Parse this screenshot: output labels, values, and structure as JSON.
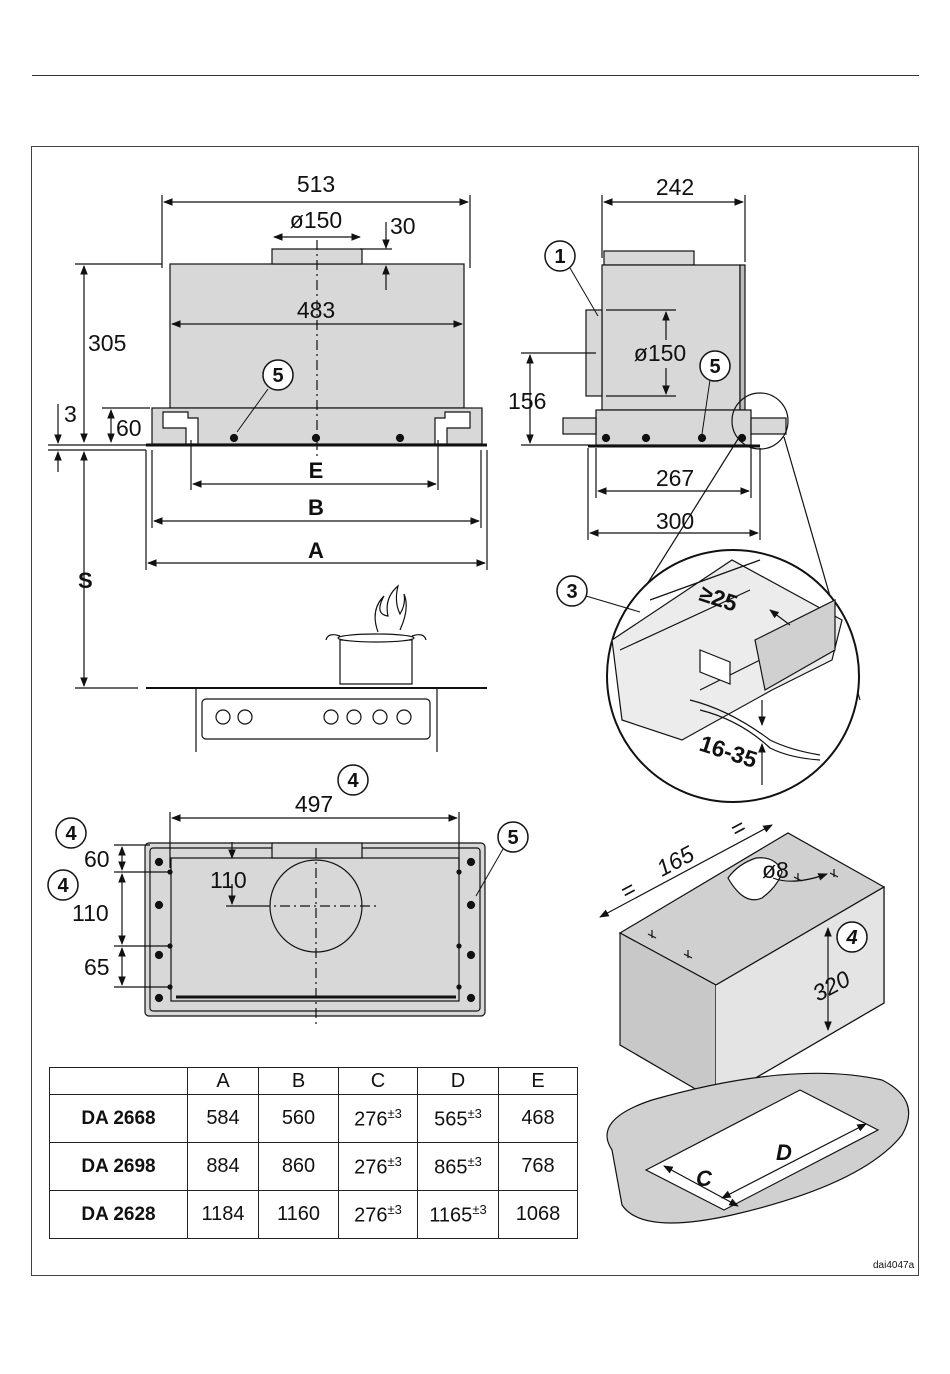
{
  "figure": {
    "front_view": {
      "width": "513",
      "duct": "ø150",
      "duct_offset": "30",
      "inner_width": "483",
      "height": "305",
      "flange": "60",
      "gap": "3",
      "E": "E",
      "B": "B",
      "A": "A",
      "S": "S"
    },
    "side_view": {
      "width": "242",
      "duct": "ø150",
      "height": "156",
      "base": "267",
      "outer": "300"
    },
    "detail": {
      "min_gap": "≥25",
      "range": "16-35"
    },
    "bottom_view": {
      "width": "497",
      "d60": "60",
      "d110a": "110",
      "d110b": "110",
      "d65": "65"
    },
    "cabinet": {
      "d165": "165",
      "eq": "=",
      "hole": "ø8",
      "depth": "320",
      "C": "C",
      "D": "D"
    },
    "callouts": {
      "c1": "1",
      "c3": "3",
      "c4": "4",
      "c5": "5"
    },
    "code": "dai4047a"
  },
  "table": {
    "headers": [
      "",
      "A",
      "B",
      "C",
      "D",
      "E"
    ],
    "tolerance": "±3",
    "rows": [
      {
        "model": "DA 2668",
        "A": "584",
        "B": "560",
        "C": "276",
        "D": "565",
        "E": "468"
      },
      {
        "model": "DA 2698",
        "A": "884",
        "B": "860",
        "C": "276",
        "D": "865",
        "E": "768"
      },
      {
        "model": "DA 2628",
        "A": "1184",
        "B": "1160",
        "C": "276",
        "D": "1165",
        "E": "1068"
      }
    ]
  }
}
